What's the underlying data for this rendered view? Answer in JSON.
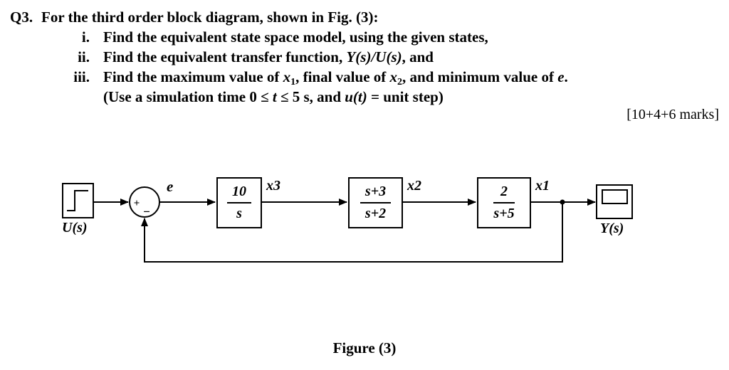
{
  "question": {
    "number": "Q3.",
    "intro": "For the third order block diagram, shown in Fig. (3):",
    "items": [
      {
        "num": "i.",
        "segments": [
          {
            "t": "Find the equivalent state space model, using the given states,"
          }
        ]
      },
      {
        "num": "ii.",
        "segments": [
          {
            "t": "Find the equivalent transfer function, "
          },
          {
            "t": "Y(s)/U(s)",
            "s": "i"
          },
          {
            "t": ", and"
          }
        ]
      },
      {
        "num": "iii.",
        "segments": [
          {
            "t": "Find the maximum value of "
          },
          {
            "t": "x",
            "s": "i"
          },
          {
            "t": "1",
            "s": "sub"
          },
          {
            "t": ", final value of "
          },
          {
            "t": "x",
            "s": "i"
          },
          {
            "t": "2",
            "s": "sub"
          },
          {
            "t": ", and minimum value of "
          },
          {
            "t": "e",
            "s": "i"
          },
          {
            "t": "."
          }
        ]
      },
      {
        "num": "",
        "segments": [
          {
            "t": "(Use a simulation time 0 ≤ "
          },
          {
            "t": "t",
            "s": "i"
          },
          {
            "t": " ≤ 5 s, and "
          },
          {
            "t": "u(t)",
            "s": "i"
          },
          {
            "t": " = unit step)"
          }
        ]
      }
    ],
    "marks": "[10+4+6 marks]"
  },
  "diagram": {
    "source_label": "U(s)",
    "sink_label": "Y(s)",
    "signal_e": "e",
    "summer": {
      "plus": "+",
      "minus": "−"
    },
    "blocks": [
      {
        "num": "10",
        "den": "s",
        "out": "x3"
      },
      {
        "num": "s+3",
        "den": "s+2",
        "out": "x2"
      },
      {
        "num": "2",
        "den": "s+5",
        "out": "x1"
      }
    ],
    "line_color": "#000000"
  },
  "figure": {
    "caption": "Figure (3)"
  }
}
